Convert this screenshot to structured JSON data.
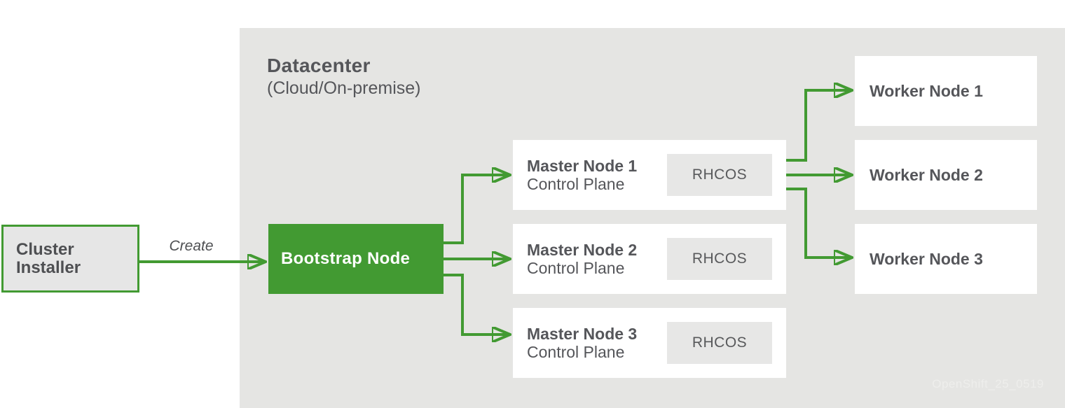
{
  "diagram": {
    "datacenter": {
      "title": "Datacenter",
      "subtitle": "(Cloud/On-premise)"
    },
    "cluster_installer": {
      "label": "Cluster Installer"
    },
    "create_arrow_label": "Create",
    "bootstrap_node": {
      "label": "Bootstrap Node"
    },
    "master_nodes": [
      {
        "title": "Master Node 1",
        "subtitle": "Control Plane",
        "os_badge": "RHCOS"
      },
      {
        "title": "Master Node 2",
        "subtitle": "Control Plane",
        "os_badge": "RHCOS"
      },
      {
        "title": "Master Node 3",
        "subtitle": "Control Plane",
        "os_badge": "RHCOS"
      }
    ],
    "worker_nodes": [
      {
        "label": "Worker Node 1"
      },
      {
        "label": "Worker Node 2"
      },
      {
        "label": "Worker Node 3"
      }
    ],
    "watermark": "OpenShift_25_0519",
    "colors": {
      "green": "#429a32",
      "datacenter_bg": "#e5e5e3",
      "node_bg": "#ffffff",
      "rhcos_bg": "#e7e7e6",
      "installer_bg": "#e6e6e6",
      "text": "#55565a",
      "watermark_text": "#eeeeec"
    }
  }
}
